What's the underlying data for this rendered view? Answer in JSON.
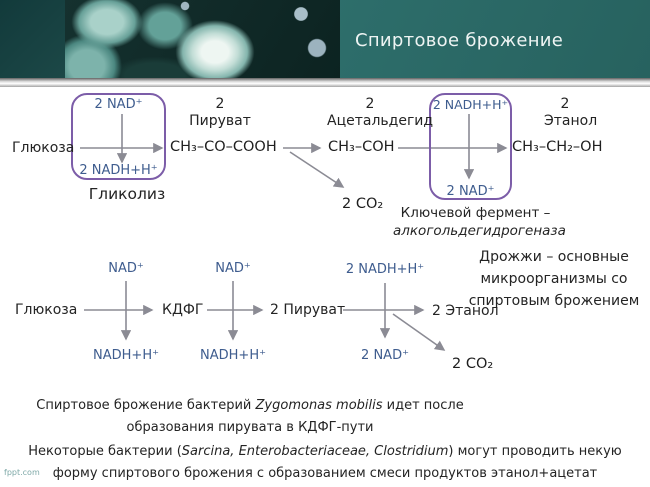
{
  "header": {
    "title": "Спиртовое брожение"
  },
  "pathway1": {
    "glucose": "Глюкоза",
    "box1": {
      "top": "2 NAD⁺",
      "bottom": "2 NADH+H⁺"
    },
    "glycolysis_label": "Гликолиз",
    "pyruvate_count": "2",
    "pyruvate_name": "Пируват",
    "pyruvate_formula": "CH₃–CO–COOH",
    "acetaldehyde_count": "2",
    "acetaldehyde_name": "Ацетальдегид",
    "acetaldehyde_formula": "CH₃–COH",
    "co2": "2 CO₂",
    "box2": {
      "top": "2 NADH+H⁺",
      "bottom": "2 NAD⁺"
    },
    "ethanol_count": "2",
    "ethanol_name": "Этанол",
    "ethanol_formula": "CH₃–CH₂–OH",
    "enzyme_label": "Ключевой фермент  –",
    "enzyme_name": "алкогольдегидрогеназа"
  },
  "yeast_note": {
    "line1": "Дрожжи – основные",
    "line2": "микроорганизмы со",
    "line3": "спиртовым брожением"
  },
  "pathway2": {
    "glucose": "Глюкоза",
    "step1": {
      "top": "NAD⁺",
      "bottom": "NADH+H⁺"
    },
    "kdpg": "КДФГ",
    "step2": {
      "top": "NAD⁺",
      "bottom": "NADH+H⁺"
    },
    "pyruvate": "2 Пируват",
    "step3": {
      "top": "2 NADH+H⁺",
      "bottom": "2 NAD⁺"
    },
    "ethanol": "2 Этанол",
    "co2": "2 CO₂"
  },
  "notes": {
    "zygomonas": {
      "pre": "Спиртовое брожение бактерий ",
      "italic": "Zygomonas mobilis",
      "post": " идет после"
    },
    "zygomonas_line2": "образования пирувата в КДФГ-пути",
    "bacteria": {
      "pre": "Некоторые бактерии (",
      "italic": "Sarcina, Enterobacteriaceae, Clostridium",
      "post": ") могут проводить некую"
    },
    "bacteria_line2": "форму спиртового брожения с образованием смеси продуктов этанол+ацетат"
  },
  "watermark": "fppt.com",
  "colors": {
    "accent_purple": "#7c5da8",
    "cofactor_blue": "#3e5c8e",
    "header_teal": "#2e6f6c",
    "header_dark_band": "#163f3f",
    "arrow_gray": "#8b8b94"
  }
}
